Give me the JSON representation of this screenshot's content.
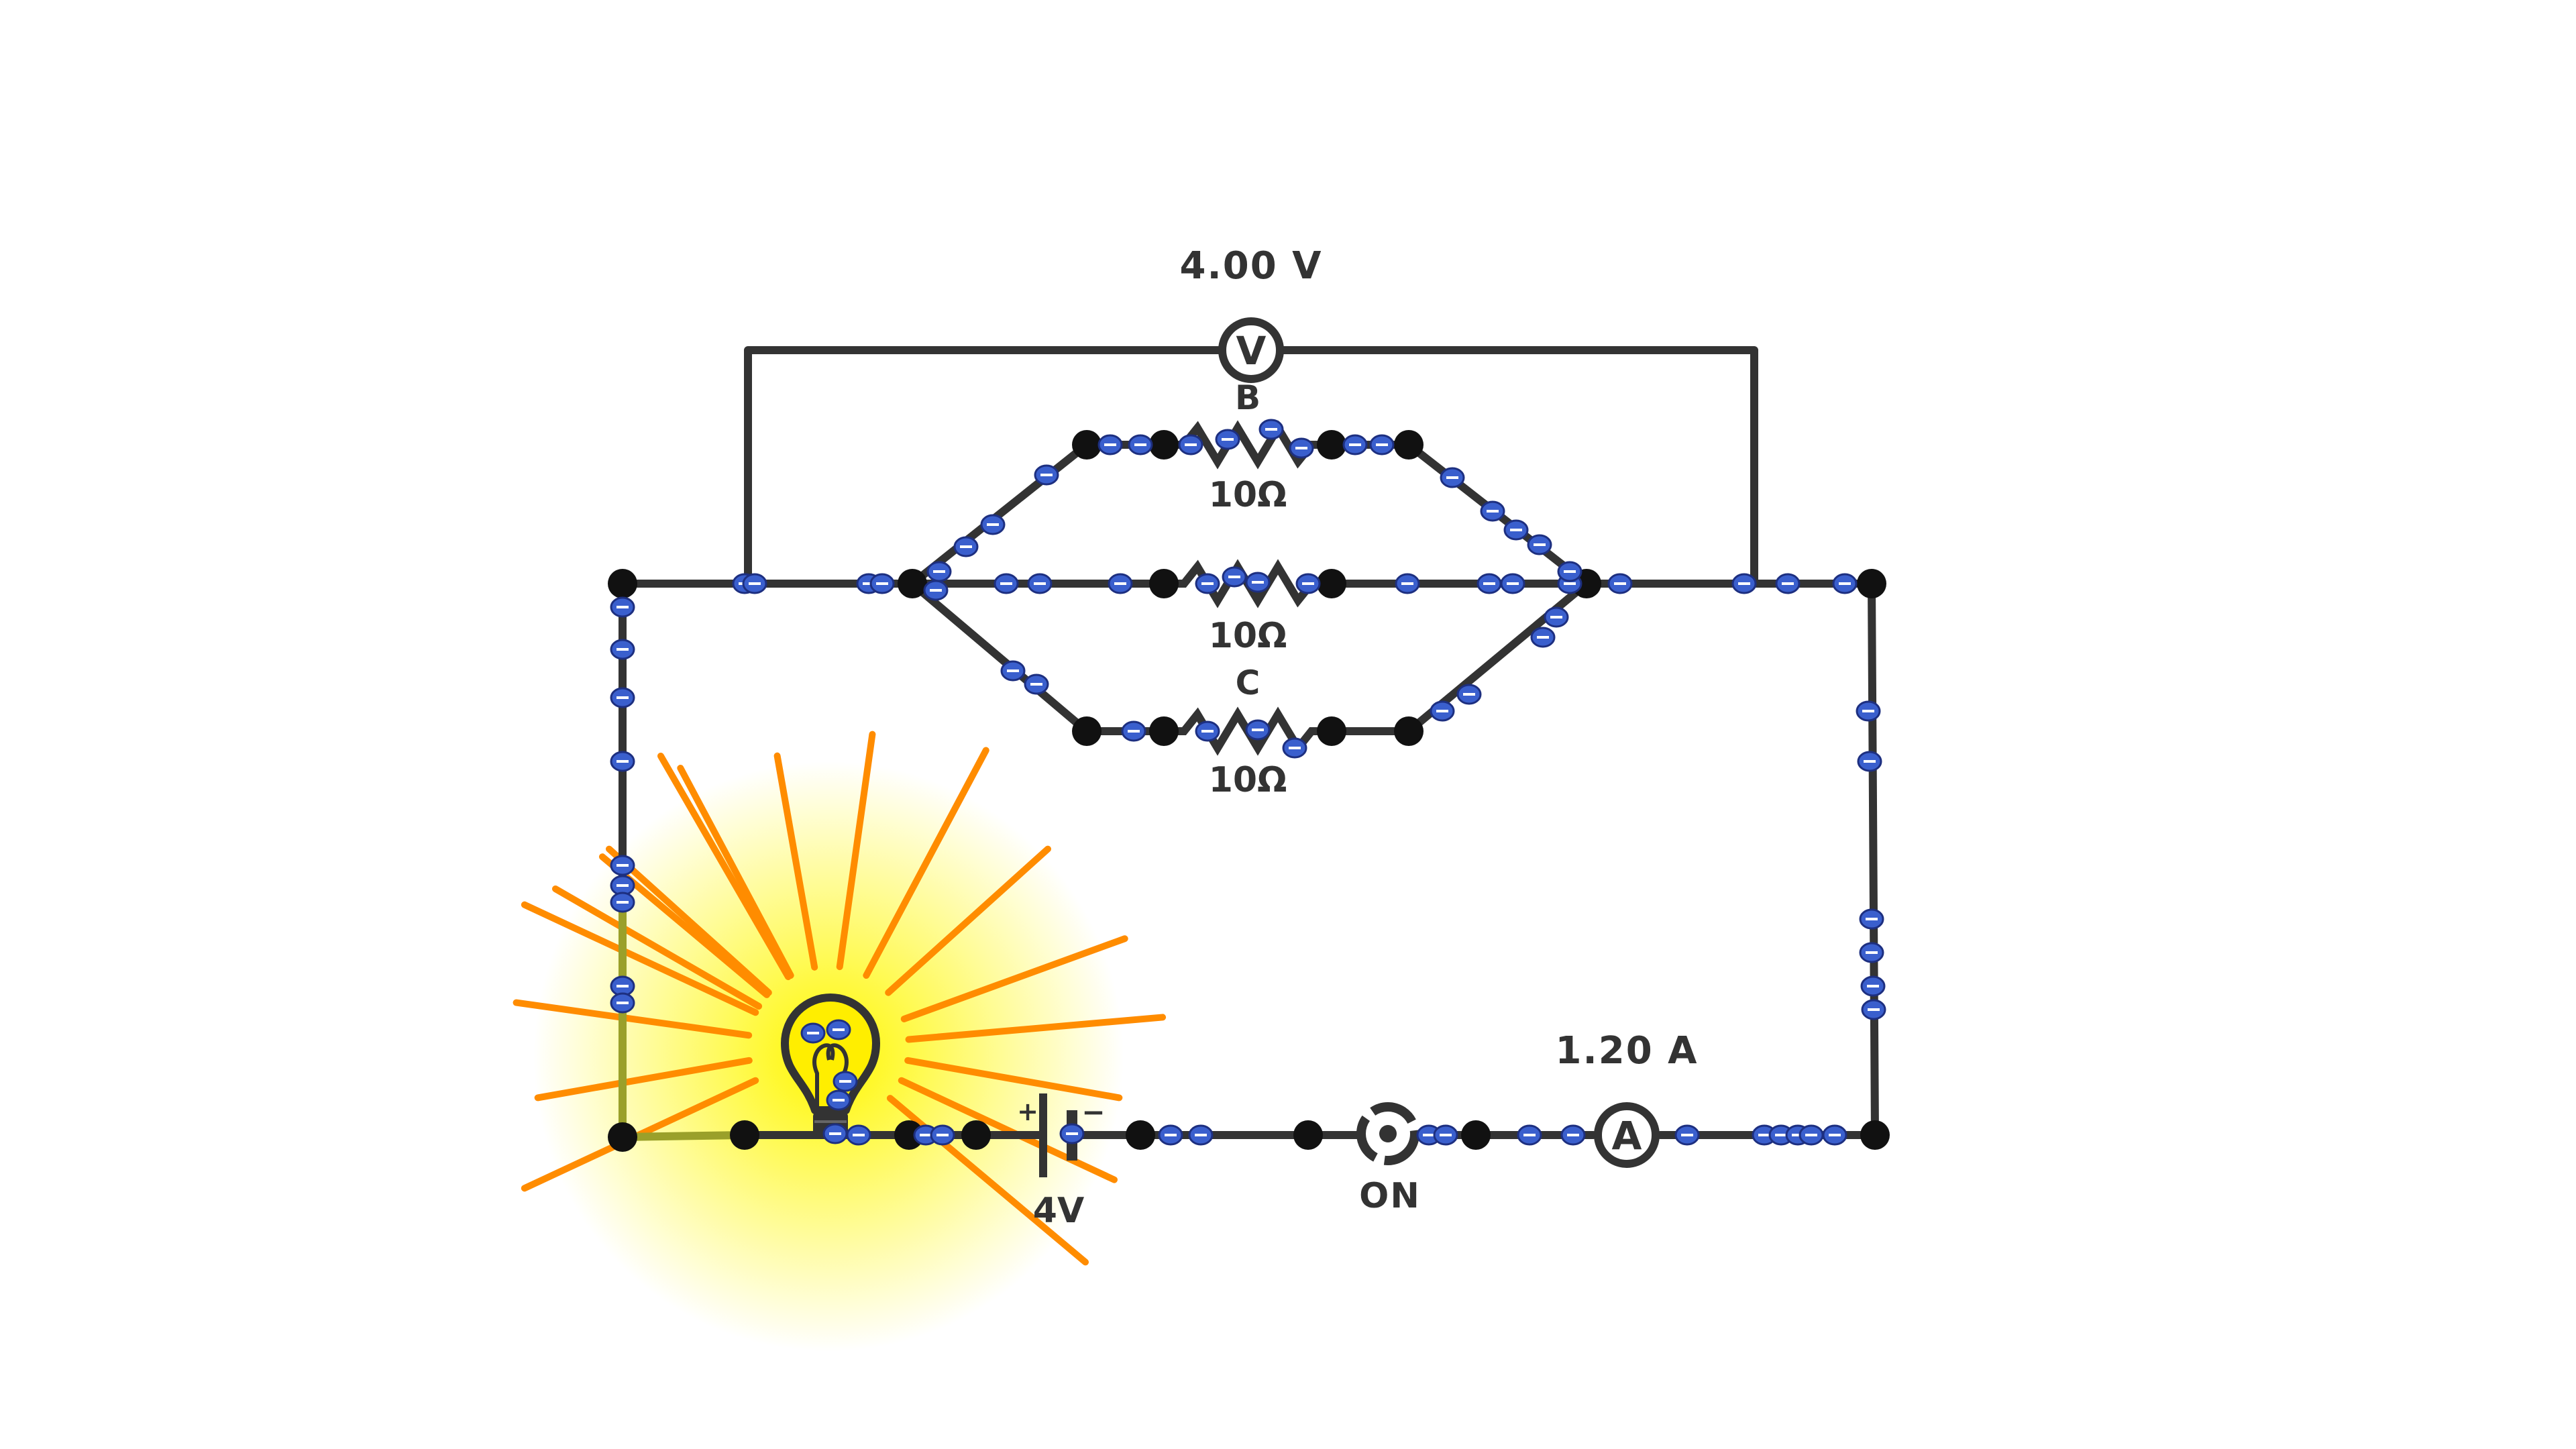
{
  "voltmeter": {
    "reading": "4.00 V",
    "symbol": "V"
  },
  "ammeter": {
    "reading": "1.20 A",
    "symbol": "A"
  },
  "resistors": {
    "top": {
      "name": "B",
      "value": "10Ω"
    },
    "middle": {
      "value": "10Ω"
    },
    "bottom": {
      "name": "C",
      "value": "10Ω"
    }
  },
  "battery": {
    "label": "4V",
    "plus": "+",
    "minus": "−"
  },
  "switch": {
    "state": "ON"
  },
  "bulb": {
    "state": "lit"
  },
  "colors": {
    "wire": "#333333",
    "junction": "#111111",
    "electron": "#3a5fcd",
    "ray": "#ff8c00",
    "glow": "#fff700",
    "bulb": "#ffee00"
  }
}
